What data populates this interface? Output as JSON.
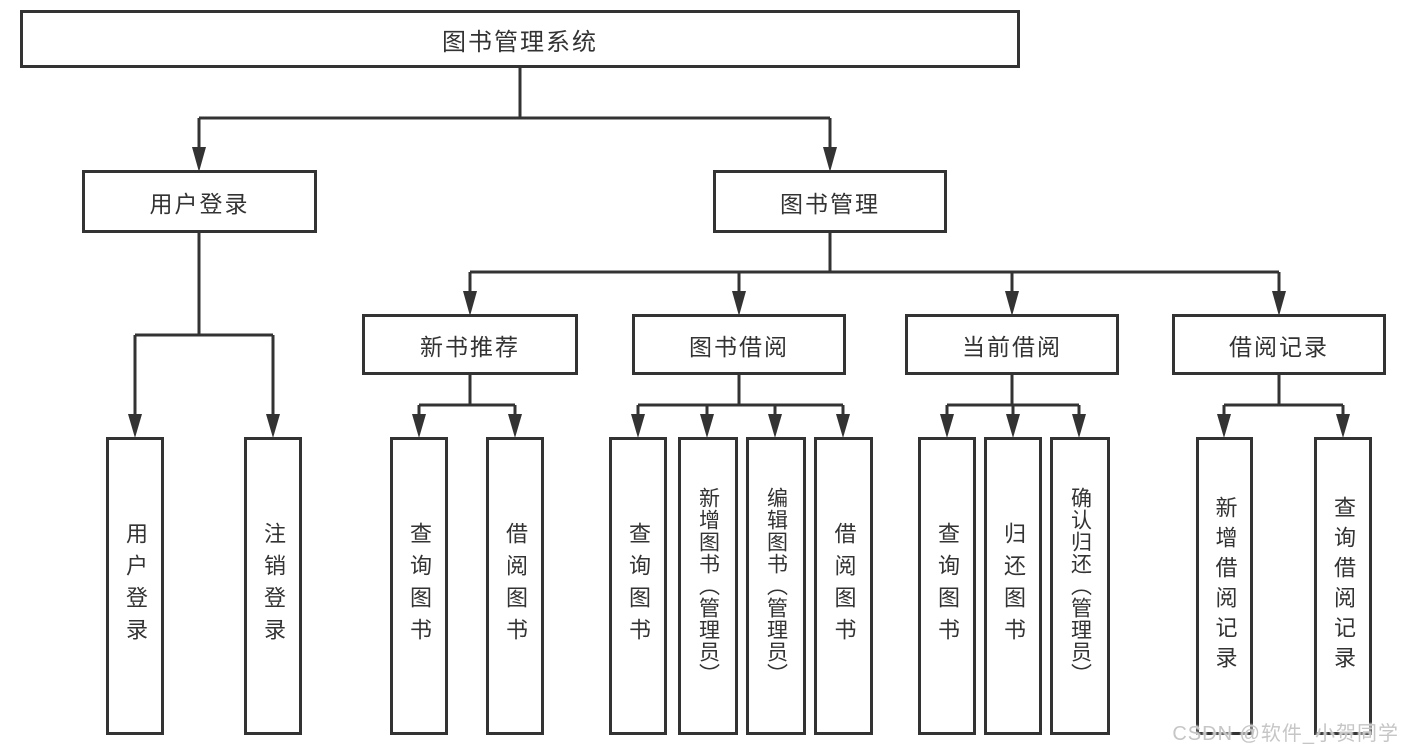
{
  "tree": {
    "label": "图书管理系统",
    "children": [
      {
        "label": "用户登录",
        "children": [
          {
            "label": "用户登录"
          },
          {
            "label": "注销登录"
          }
        ]
      },
      {
        "label": "图书管理",
        "children": [
          {
            "label": "新书推荐",
            "children": [
              {
                "label": "查询图书"
              },
              {
                "label": "借阅图书"
              }
            ]
          },
          {
            "label": "图书借阅",
            "children": [
              {
                "label": "查询图书"
              },
              {
                "label": "新增图书（管理员）"
              },
              {
                "label": "编辑图书（管理员）"
              },
              {
                "label": "借阅图书"
              }
            ]
          },
          {
            "label": "当前借阅",
            "children": [
              {
                "label": "查询图书"
              },
              {
                "label": "归还图书"
              },
              {
                "label": "确认归还（管理员）"
              }
            ]
          },
          {
            "label": "借阅记录",
            "children": [
              {
                "label": "新增借阅记录"
              },
              {
                "label": "查询借阅记录"
              }
            ]
          }
        ]
      }
    ]
  },
  "watermark": "CSDN @软件_小贺同学",
  "colors": {
    "line": "#333333",
    "text": "#333333",
    "background": "#ffffff",
    "watermark": "#c6c6c6"
  }
}
